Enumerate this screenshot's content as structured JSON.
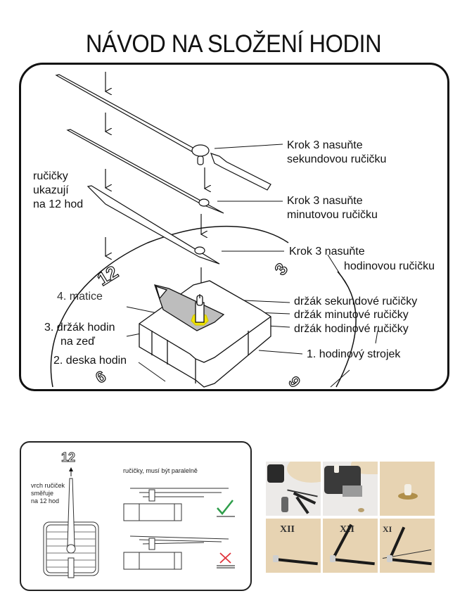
{
  "title": "NÁVOD NA SLOŽENÍ HODIN",
  "main_diagram": {
    "labels": {
      "second_hand_line1": "Krok 3 nasuňte",
      "second_hand_line2": "sekundovou ručičku",
      "minute_hand_line1": "Krok 3 nasuňte",
      "minute_hand_line2": "minutovou ručičku",
      "hour_hand_line1": "Krok 3 nasuňte",
      "hour_hand_line2": "hodinovou ručičku",
      "hands_point_line1": "ručičky",
      "hands_point_line2": "ukazují",
      "hands_point_line3": "na 12 hod",
      "second_holder": "držák sekundové ručičky",
      "minute_holder": "držák minutové ručičky",
      "hour_holder": "držák hodinové ručičky",
      "nut": "4. matice",
      "wall_hanger_line1": "3. držák hodin",
      "wall_hanger_line2": "na zeď",
      "clock_board": "2. deska hodin",
      "movement": "1. hodinový strojek"
    },
    "dial_numbers": {
      "twelve": "12",
      "three": "3",
      "six": "6",
      "nine": "9"
    },
    "highlight_color": "#f2e600"
  },
  "alignment_diagram": {
    "twelve": "12",
    "hands_top_line1": "vrch ručiček",
    "hands_top_line2": "směřuje",
    "hands_top_line3": "na 12 hod",
    "parallel_note": "ručičky, musí být paralelně",
    "correct_color": "#2e9e4a",
    "wrong_color": "#e0323a"
  },
  "photos": {
    "wood_color": "#e7d3b2",
    "items": [
      {
        "step": "parts"
      },
      {
        "step": "movement"
      },
      {
        "step": "shaft-through-board"
      },
      {
        "step": "hour-hand"
      },
      {
        "step": "minute-hand"
      },
      {
        "step": "second-hand"
      }
    ]
  }
}
